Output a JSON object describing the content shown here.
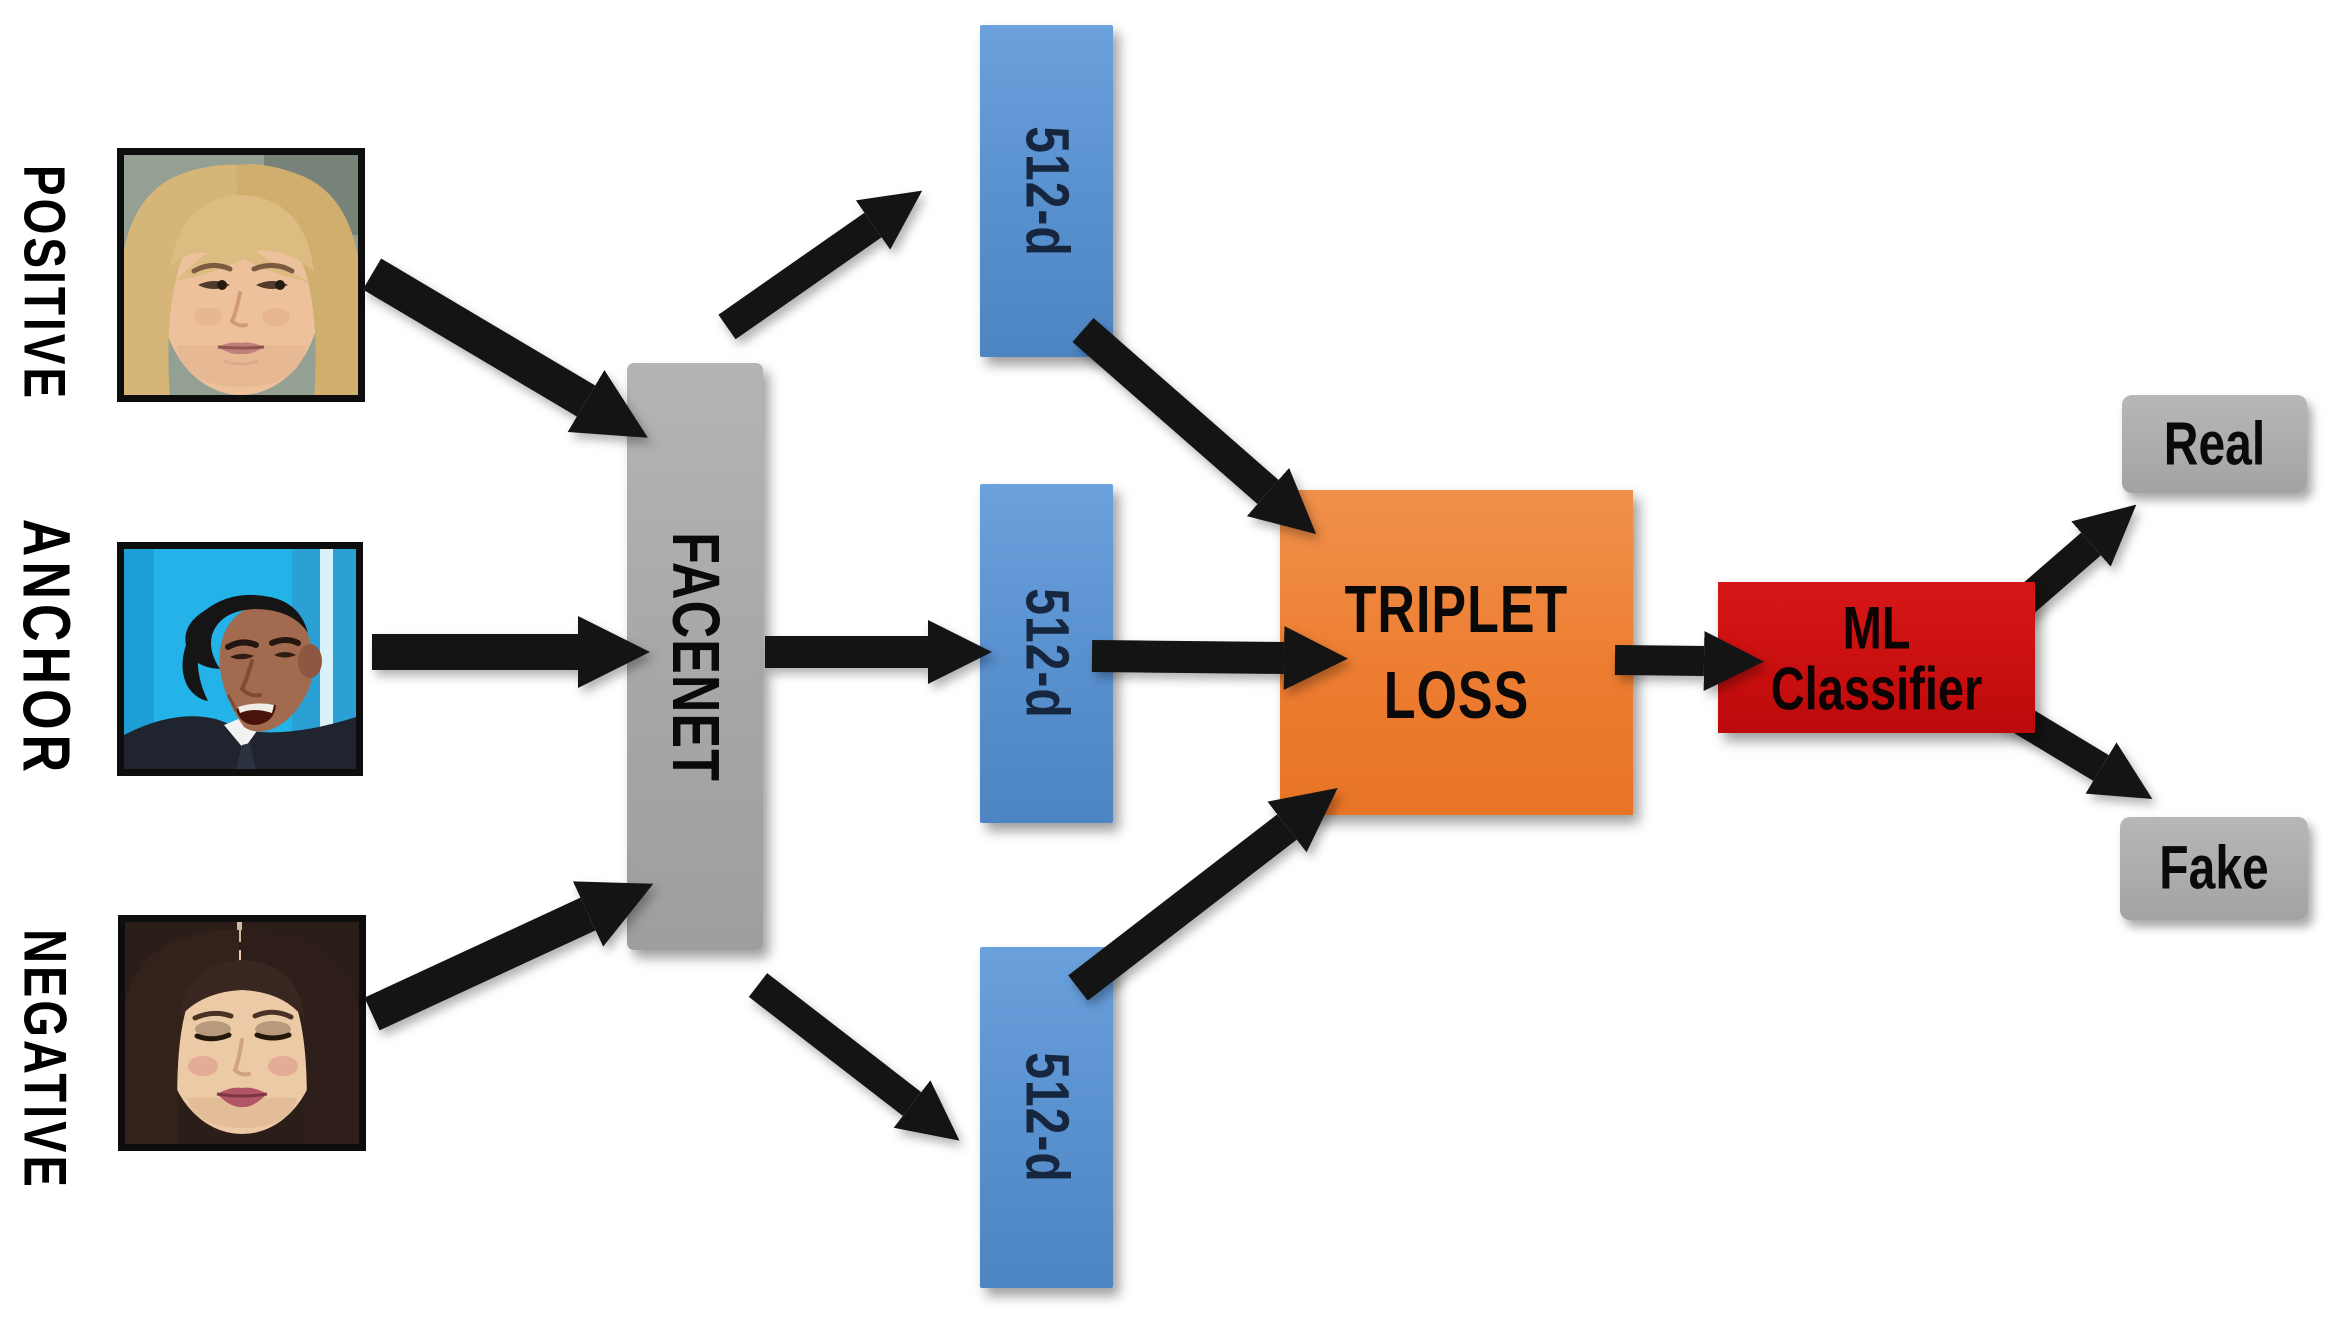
{
  "diagram": {
    "title_hint": "FaceNet triplet-loss deepfake detection pipeline",
    "arrow_color": "#141414",
    "inputs": [
      {
        "label": "POSITIVE",
        "image": "blonde-woman-face"
      },
      {
        "label": "ANCHOR",
        "image": "man-face-blue-background"
      },
      {
        "label": "NEGATIVE",
        "image": "dark-haired-woman-face"
      }
    ],
    "encoder": {
      "label": "FACENET",
      "color": "#A9A9A9"
    },
    "embeddings": [
      {
        "label": "512-d"
      },
      {
        "label": "512-d"
      },
      {
        "label": "512-d"
      }
    ],
    "embedding_color": "#5B92D0",
    "loss": {
      "line1": "TRIPLET",
      "line2": "LOSS",
      "color": "#ED7D31"
    },
    "classifier": {
      "line1": "ML",
      "line2": "Classifier",
      "color": "#C90F0F"
    },
    "outputs": [
      {
        "label": "Real",
        "color": "#ACACAC"
      },
      {
        "label": "Fake",
        "color": "#ACACAC"
      }
    ],
    "connections": [
      "positive-image -> facenet",
      "anchor-image -> facenet",
      "negative-image -> facenet",
      "facenet -> 512-d-top",
      "facenet -> 512-d-middle",
      "facenet -> 512-d-bottom",
      "512-d-top -> triplet-loss",
      "512-d-middle -> triplet-loss",
      "512-d-bottom -> triplet-loss",
      "triplet-loss -> ml-classifier",
      "ml-classifier -> real",
      "ml-classifier -> fake"
    ]
  }
}
